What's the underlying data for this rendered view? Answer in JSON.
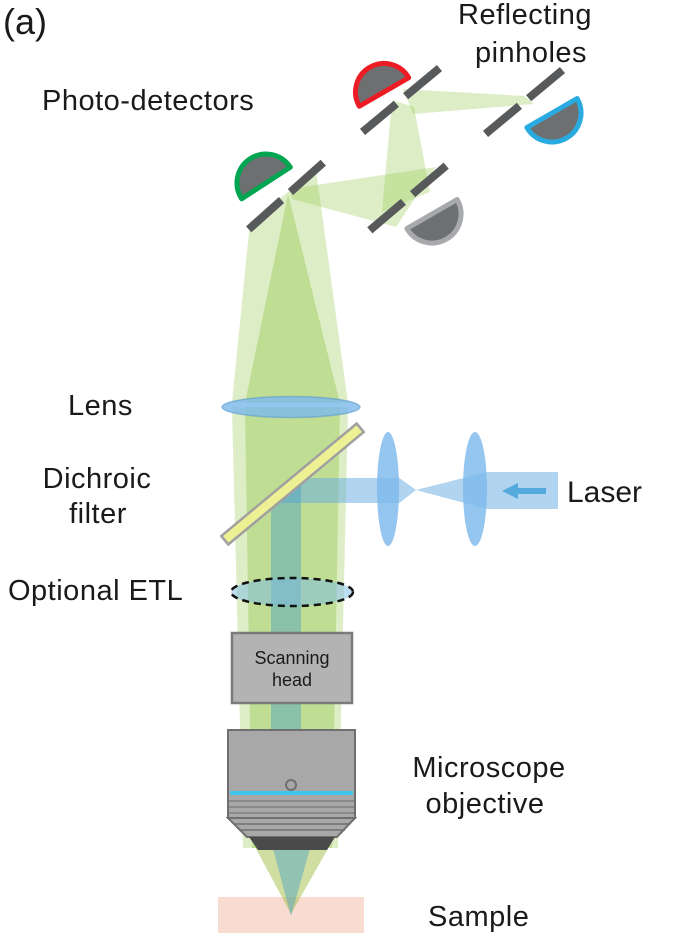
{
  "figure_label": "(a)",
  "labels": {
    "photo_detectors": "Photo-detectors",
    "reflecting_pinholes_line1": "Reflecting",
    "reflecting_pinholes_line2": "pinholes",
    "lens": "Lens",
    "dichroic_line1": "Dichroic",
    "dichroic_line2": "filter",
    "optional_etl": "Optional ETL",
    "laser": "Laser",
    "scanning_head_line1": "Scanning",
    "scanning_head_line2": "head",
    "microscope_objective_line1": "Microscope",
    "microscope_objective_line2": "objective",
    "sample": "Sample"
  },
  "colors": {
    "detector_red": "#ed1c24",
    "detector_green": "#00a551",
    "detector_blue": "#29abe2",
    "detector_gray": "#a7a9ac",
    "detector_fill": "#6e6f71",
    "mirror_gray": "#58595b",
    "beam_green": "rgba(141,198,66,0.30)",
    "beam_green_inner": "rgba(141,198,66,0.38)",
    "beam_cone_outer": "rgba(170,195,85,0.55)",
    "laser_teal": "rgba(70,160,195,0.45)",
    "laser_blue": "rgba(100,170,225,0.50)",
    "lens_blue": "rgba(125,185,235,0.82)",
    "arrow_blue": "#55aadd",
    "dichroic_yellow": "#eef094",
    "dichroic_edge": "#a0a0a0",
    "box_gray": "#b3b3b3",
    "objective_gray": "#a8a8a8",
    "objective_dark": "#4a4a4a",
    "objective_stripe_cyan": "#3fc6e8",
    "sample_pink": "#f8dcd2"
  }
}
